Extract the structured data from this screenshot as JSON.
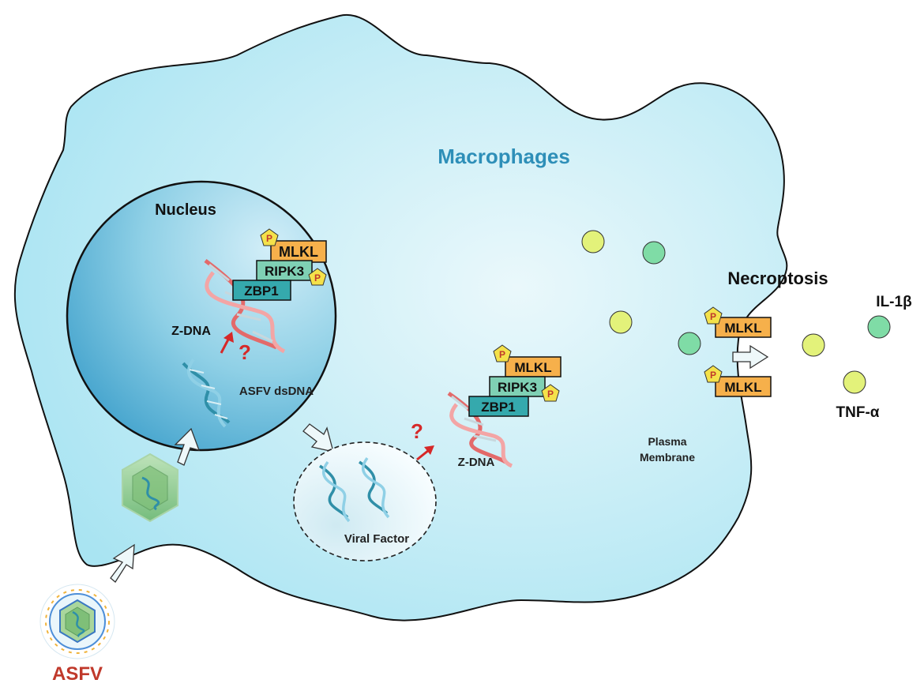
{
  "cell_title": "Macrophages",
  "nucleus_label": "Nucleus",
  "necroptosis_label": "Necroptosis",
  "plasma_membrane_label": [
    "Plasma",
    "Membrane"
  ],
  "viral_factory_label": "Viral Factor",
  "virus_label": "ASFV",
  "cytokines": {
    "il1b": "IL-1β",
    "tnfa": "TNF-α"
  },
  "nuclear_complex": {
    "mlkl": "MLKL",
    "ripk3": "RIPK3",
    "zbp1": "ZBP1",
    "zdna": "Z-DNA"
  },
  "cyto_complex": {
    "mlkl": "MLKL",
    "ripk3": "RIPK3",
    "zbp1": "ZBP1",
    "zdna": "Z-DNA"
  },
  "membrane_mlkl": [
    "MLKL",
    "MLKL"
  ],
  "asfv_dsdna_label": "ASFV dsDNA",
  "unknown_marks": [
    "?",
    "?"
  ],
  "phospho_mark": "P",
  "colors": {
    "cell_fill": "#cdeef6",
    "nucleus_fill": "#6fbfdc",
    "title": "#2e8fb8",
    "virus": "#c0392b",
    "mlkl": "#f6b04b",
    "ripk3": "#7fd0b4",
    "zbp1": "#35a9ad",
    "phospho": "#f4e14a",
    "il1b_dot": "#7fdca6",
    "tnfa_dot": "#e3f27a",
    "arrow_red": "#d62828"
  }
}
